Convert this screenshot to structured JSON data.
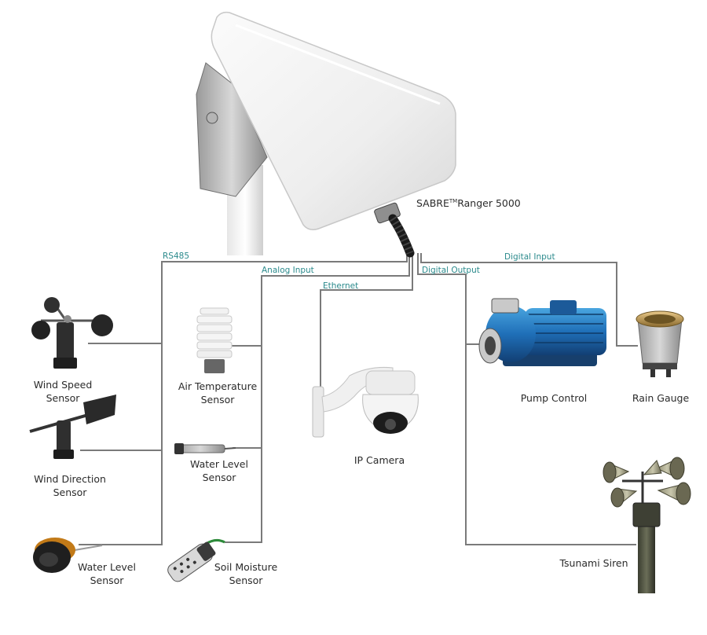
{
  "device": {
    "name_prefix": "SABRE",
    "name_mark": "TM",
    "name_suffix": "Ranger 5000"
  },
  "connections": {
    "rs485": "RS485",
    "analog_input": "Analog Input",
    "ethernet": "Ethernet",
    "digital_output": "Digital Output",
    "digital_input": "Digital Input"
  },
  "devices": {
    "wind_speed": [
      "Wind Speed",
      "Sensor"
    ],
    "wind_direction": [
      "Wind Direction",
      "Sensor"
    ],
    "water_level_rs485": [
      "Water Level",
      "Sensor"
    ],
    "air_temperature": [
      "Air Temperature",
      "Sensor"
    ],
    "water_level_analog": [
      "Water Level",
      "Sensor"
    ],
    "soil_moisture": [
      "Soil Moisture",
      "Sensor"
    ],
    "ip_camera": "IP Camera",
    "pump_control": "Pump Control",
    "rain_gauge": "Rain Gauge",
    "tsunami_siren": "Tsunami Siren"
  },
  "colors": {
    "line": "#7a7a7a",
    "connection_label": "#2b8a8c",
    "text": "#2b2b2b"
  }
}
